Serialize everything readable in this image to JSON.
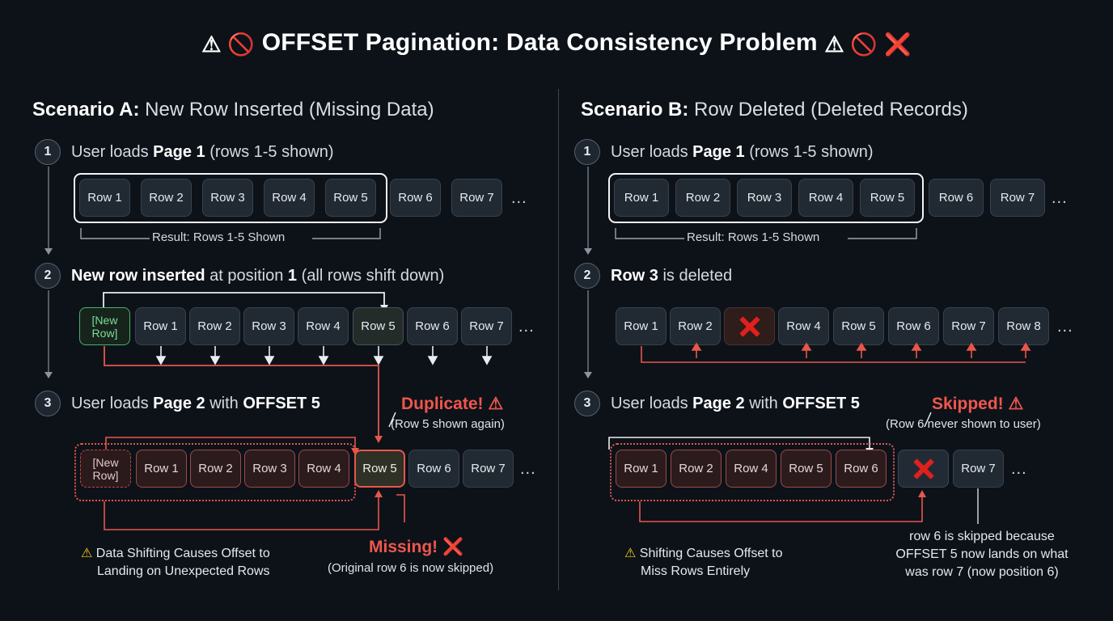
{
  "title": {
    "lead_icons": "⚠ 🚫",
    "text": "OFFSET Pagination: Data Consistency Problem",
    "trail_icons": "⚠ 🚫 ❌"
  },
  "scenarioA": {
    "heading_bold": "Scenario A:",
    "heading_rest": " New Row Inserted (Missing Data)",
    "step1": {
      "num": "1",
      "label_pre": "User loads ",
      "label_bold": "Page 1",
      "label_post": " (rows 1-5 shown)",
      "rows": [
        "Row 1",
        "Row 2",
        "Row 3",
        "Row 4",
        "Row 5",
        "Row 6",
        "Row 7"
      ],
      "ellipsis": "...",
      "bracket_label": "Result: Rows 1-5 Shown"
    },
    "step2": {
      "num": "2",
      "label_bold": "New row inserted",
      "label_mid": " at position ",
      "label_bold2": "1",
      "label_post": " (all rows shift down)",
      "rows": [
        "[New\nRow]",
        "Row 1",
        "Row 2",
        "Row 3",
        "Row 4",
        "Row 5",
        "Row 6",
        "Row 7"
      ],
      "new_row_line1": "[New",
      "new_row_line2": "Row]",
      "ellipsis": "..."
    },
    "step3": {
      "num": "3",
      "label_pre": "User loads ",
      "label_bold": "Page 2",
      "label_mid": " with ",
      "label_bold2": "OFFSET 5",
      "new_row_line1": "[New",
      "new_row_line2": "Row]",
      "rows": [
        "Row 1",
        "Row 2",
        "Row 3",
        "Row 4"
      ],
      "dup_row": "Row 5",
      "after_rows": [
        "Row 6",
        "Row 7"
      ],
      "ellipsis": "...",
      "dup_title": "Duplicate! ⚠",
      "dup_sub": "(Row 5 shown again)",
      "missing_title": "Missing! ❌",
      "missing_sub": "(Original row 6 is now skipped)"
    },
    "footnote": {
      "icon": "⚠",
      "line1": "Data Shifting Causes Offset to",
      "line2": "Landing on Unexpected Rows"
    }
  },
  "scenarioB": {
    "heading_bold": "Scenario B:",
    "heading_rest": " Row Deleted (Deleted Records)",
    "step1": {
      "num": "1",
      "label_pre": "User loads ",
      "label_bold": "Page 1",
      "label_post": " (rows 1-5 shown)",
      "rows": [
        "Row 1",
        "Row 2",
        "Row 3",
        "Row 4",
        "Row 5",
        "Row 6",
        "Row 7"
      ],
      "ellipsis": "...",
      "bracket_label": "Result: Rows 1-5 Shown"
    },
    "step2": {
      "num": "2",
      "label_bold": "Row 3",
      "label_post": " is deleted",
      "rows": [
        "Row 1",
        "Row 2",
        "✕",
        "Row 4",
        "Row 5",
        "Row 6",
        "Row 7",
        "Row 8"
      ],
      "deleted_index": 2,
      "ellipsis": "..."
    },
    "step3": {
      "num": "3",
      "label_pre": "User loads ",
      "label_bold": "Page 2",
      "label_mid": " with ",
      "label_bold2": "OFFSET 5",
      "rows": [
        "Row 1",
        "Row 2",
        "Row 4",
        "Row 5",
        "Row 6"
      ],
      "x_box": "✕",
      "after_row": "Row 7",
      "ellipsis": "...",
      "skip_title": "Skipped! ⚠",
      "skip_sub": "(Row 6 never shown to user)",
      "explain_l1": "row 6 is skipped because",
      "explain_l2": "OFFSET 5 now lands on what",
      "explain_l3": "was row 7 (now position 6)"
    },
    "footnote": {
      "icon": "⚠",
      "line1": "Shifting Causes Offset to",
      "line2": "Miss Rows Entirely"
    }
  },
  "colors": {
    "background": "#0d1219",
    "row_fill": "#212932",
    "row_border": "#39424d",
    "accent_red": "#e0564c",
    "accent_green": "#4caf6d",
    "warn_yellow": "#f5c518",
    "text": "#e6eaef"
  }
}
